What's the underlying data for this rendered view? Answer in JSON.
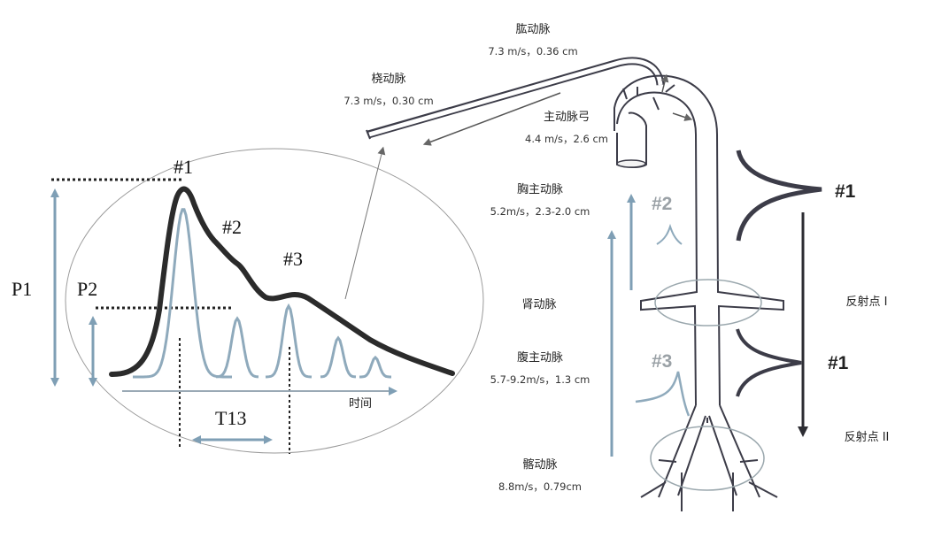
{
  "waveform": {
    "peak_labels": [
      "#1",
      "#2",
      "#3"
    ],
    "p1_label": "P1",
    "p2_label": "P2",
    "t13_label": "T13",
    "time_axis_label": "时间"
  },
  "arteries": {
    "brachial": {
      "name": "肱动脉",
      "spec": "7.3 m/s，0.36 cm"
    },
    "radial": {
      "name": "桡动脉",
      "spec": "7.3 m/s，0.30 cm"
    },
    "aortic_arch": {
      "name": "主动脉弓",
      "spec": "4.4 m/s，2.6 cm"
    },
    "thoracic_aorta": {
      "name": "胸主动脉",
      "spec": "5.2m/s，2.3-2.0 cm"
    },
    "renal": {
      "name": "肾动脉"
    },
    "abdominal_aorta": {
      "name": "腹主动脉",
      "spec": "5.7-9.2m/s，1.3 cm"
    },
    "iliac": {
      "name": "髂动脉",
      "spec": "8.8m/s，0.79cm"
    }
  },
  "reflection": {
    "point_1": "反射点 I",
    "point_2": "反射点 II",
    "wave_primary_upper": "#1",
    "wave_primary_lower": "#1",
    "wave_reflected_2": "#2",
    "wave_reflected_3": "#3"
  },
  "colors": {
    "pulse_dark": "#2b2b2b",
    "component_blue": "#8faabc",
    "arrow_blue": "#7f9fb5",
    "vessel_outline": "#3c3c48",
    "ellipse_grey": "#9a9a9a"
  }
}
